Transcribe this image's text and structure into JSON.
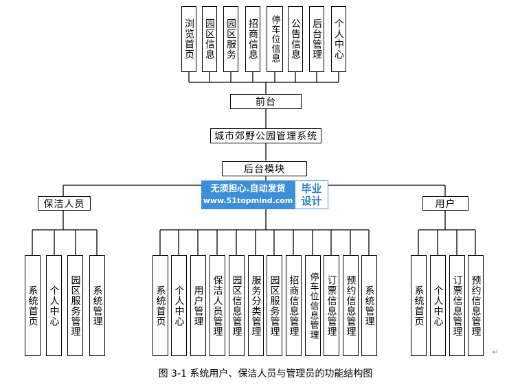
{
  "front_modules": [
    "浏览首页",
    "园区信息",
    "园区服务",
    "招商信息",
    "停车位信息",
    "公告信息",
    "后台管理",
    "个人中心"
  ],
  "front_label": "前台",
  "system_label": "城市郊野公园管理系统",
  "backend_label": "后台模块",
  "cleaner_label": "保洁人员",
  "user_label": "用户",
  "cleaner_modules": [
    "系统首页",
    "个人中心",
    "园区服务管理",
    "系统管理"
  ],
  "admin_modules": [
    "系统首页",
    "个人中心",
    "用户管理",
    "保洁人员管理",
    "园区信息管理",
    "服务分类管理",
    "园区服务管理",
    "招商信息管理",
    "停车位信息管理",
    "订票信息管理",
    "预约信息管理",
    "系统管理"
  ],
  "user_modules": [
    "系统首页",
    "个人中心",
    "订票信息管理",
    "预约信息管理"
  ],
  "watermark": {
    "line1": "无须担心.自动发货",
    "line2": "www.51topmind.com",
    "badge1": "毕业",
    "badge2": "设计"
  },
  "caption": "图 3-1 系统用户、保洁人员与管理员的功能结构图",
  "return_mark": "↵"
}
